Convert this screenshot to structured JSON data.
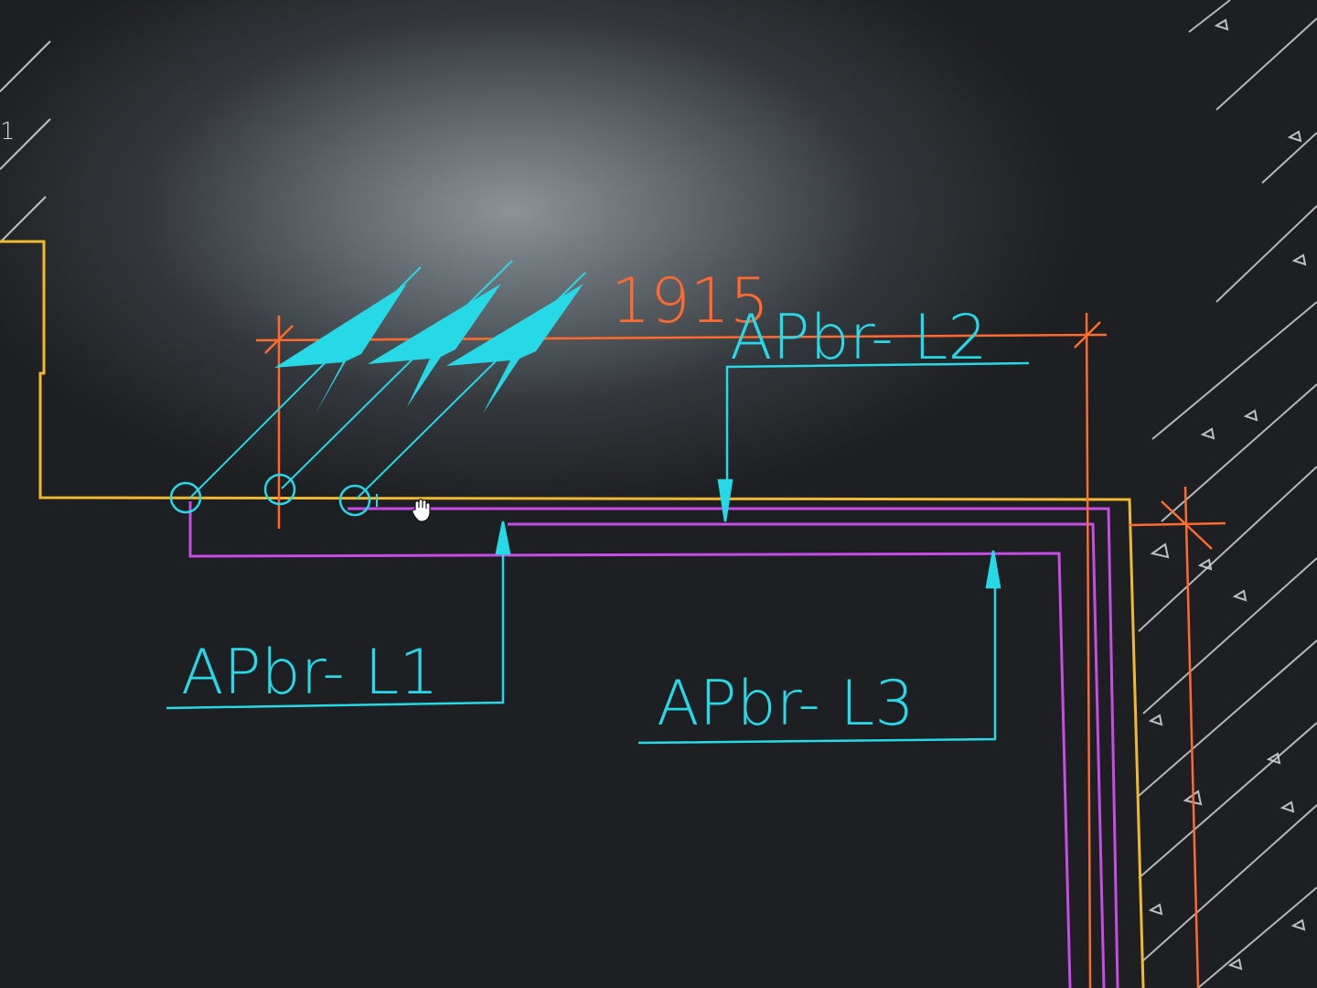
{
  "app": {
    "view": "cad-drawing-viewport"
  },
  "drawing": {
    "dimension": {
      "value": "1915"
    },
    "labels": {
      "l1": "APbr- L1",
      "l2": "APbr- L2",
      "l3": "APbr- L3"
    },
    "edge_marker": "1"
  },
  "colors": {
    "cyan": "#27d8e6",
    "orange": "#ff6a2e",
    "yellow": "#f2b830",
    "magenta": "#c84ce6",
    "hatch": "#d8dde2"
  },
  "icons": {
    "cursor": "hand-pan-cursor",
    "symbol": "lightning-bolt-icon"
  }
}
